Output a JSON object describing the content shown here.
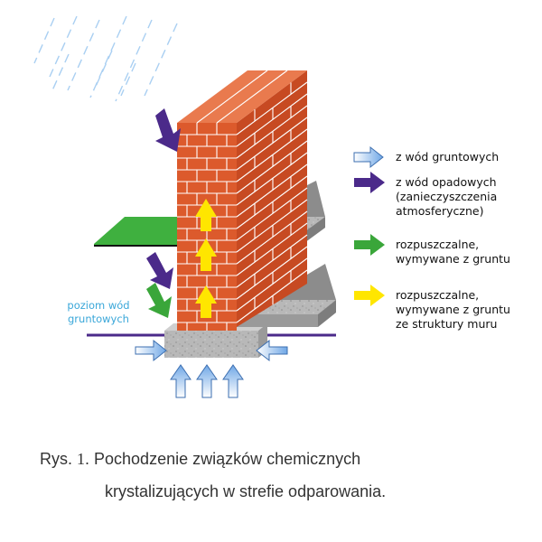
{
  "legend": [
    {
      "key": "groundwater",
      "text": "z wód gruntowych",
      "color": "#9cc8f0",
      "style": "outline"
    },
    {
      "key": "rainwater",
      "text": "z wód opadowych\n(zanieczyszczenia\natmosferyczne)",
      "color": "#4b2a8a",
      "style": "solid"
    },
    {
      "key": "soil",
      "text": "rozpuszczalne,\nwymywane z gruntu",
      "color": "#3aa63a",
      "style": "solid"
    },
    {
      "key": "wall",
      "text": "rozpuszczalne,\nwymywane z gruntu\nze struktury muru",
      "color": "#ffe600",
      "style": "solid"
    }
  ],
  "groundwater_label": "poziom wód\ngruntowych",
  "caption": {
    "prefix": "Rys.",
    "number": "1",
    "line1": ". Pochodzenie związków chemicznych",
    "line2": "krystalizujących w strefie odparowania."
  },
  "colors": {
    "brick": "#d9582a",
    "brick_side": "#c0461f",
    "brick_top": "#e8784a",
    "mortar": "#ffffff",
    "concrete": "#a8a8a8",
    "ground_green": "#3fb03f",
    "water_line": "#4b2a8a",
    "rain": "#9cc8f0"
  },
  "icons": [
    "rain-icon",
    "arrow-icon"
  ]
}
